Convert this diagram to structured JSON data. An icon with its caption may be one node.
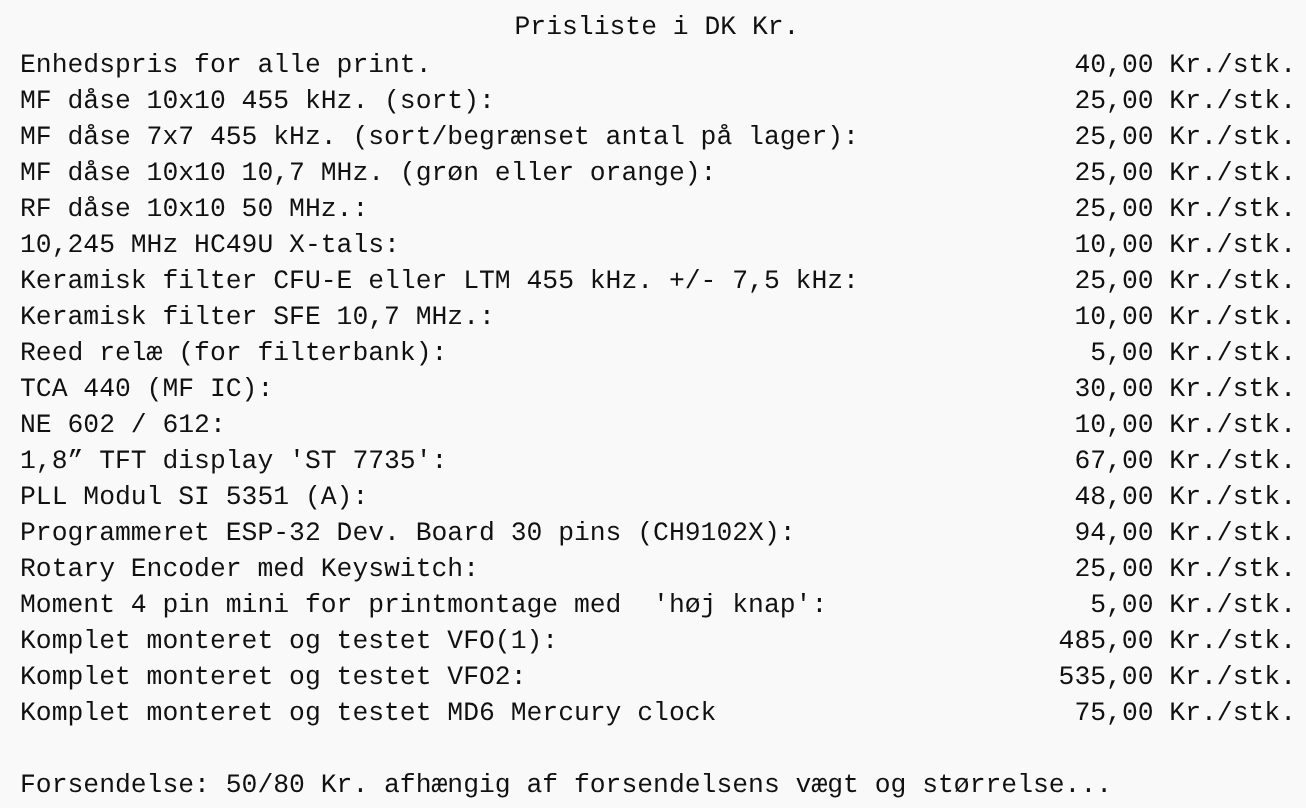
{
  "diagram": {
    "title": "Prisliste i DK Kr.",
    "labels": [
      "Enhedspris for alle print.",
      "40,00 Kr./stk.",
      "MF dåse 10x10 455 kHz. (sort):",
      "25,00 Kr./stk.",
      "MF dåse 7x7 455 kHz. (sort/begrænset antal på lager):",
      "25,00 Kr./stk.",
      "MF dåse 10x10 10,7 MHz. (grøn eller orange):",
      "25,00 Kr./stk.",
      "RF dåse 10x10 50 MHz.:",
      "25,00 Kr./stk.",
      "10,245 MHz HC49U X-tals:",
      "10,00 Kr./stk.",
      "Keramisk filter CFU-E eller LTM 455 kHz. +/- 7,5 kHz:",
      "25,00 Kr./stk.",
      "Keramisk filter SFE 10,7 MHz.:",
      "10,00 Kr./stk.",
      "Reed relæ (for filterbank):",
      "5,00 Kr./stk.",
      "TCA 440 (MF IC):",
      "30,00 Kr./stk.",
      "NE 602 / 612:",
      "10,00 Kr./stk.",
      "1,8” TFT display 'ST 7735':",
      "67,00 Kr./stk.",
      "PLL Modul SI 5351 (A):",
      "48,00 Kr./stk.",
      "Programmeret ESP-32 Dev. Board 30 pins (CH9102X):",
      "94,00 Kr./stk.",
      "Rotary Encoder med Keyswitch:",
      "25,00 Kr./stk.",
      "Moment 4 pin mini for printmontage med  'høj knap':",
      "5,00 Kr./stk.",
      "Komplet monteret og testet VFO(1):",
      "485,00 Kr./stk.",
      "Komplet monteret og testet VFO2:",
      "535,00 Kr./stk.",
      "Komplet monteret og testet MD6 Mercury clock",
      "75,00 Kr./stk.",
      "Forsendelse: 50/80 Kr. afhængig af forsendelsens vægt og størrelse..."
    ]
  }
}
